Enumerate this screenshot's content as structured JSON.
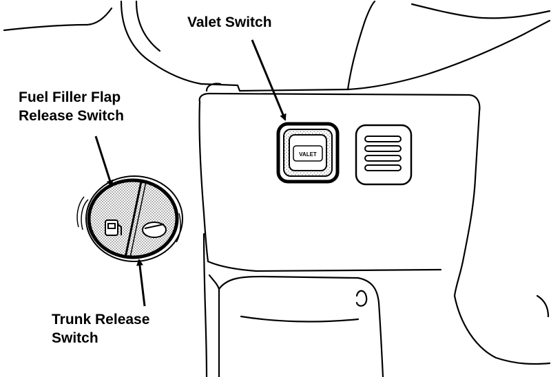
{
  "labels": {
    "valet_switch": "Valet Switch",
    "fuel_filler_flap": {
      "line1": "Fuel Filler Flap",
      "line2": "Release Switch"
    },
    "trunk_release": {
      "line1": "Trunk Release",
      "line2": "Switch"
    }
  },
  "valet_button_text": "VALET",
  "colors": {
    "line": "#000000",
    "background": "#ffffff",
    "stipple": "#9a9a9a"
  }
}
